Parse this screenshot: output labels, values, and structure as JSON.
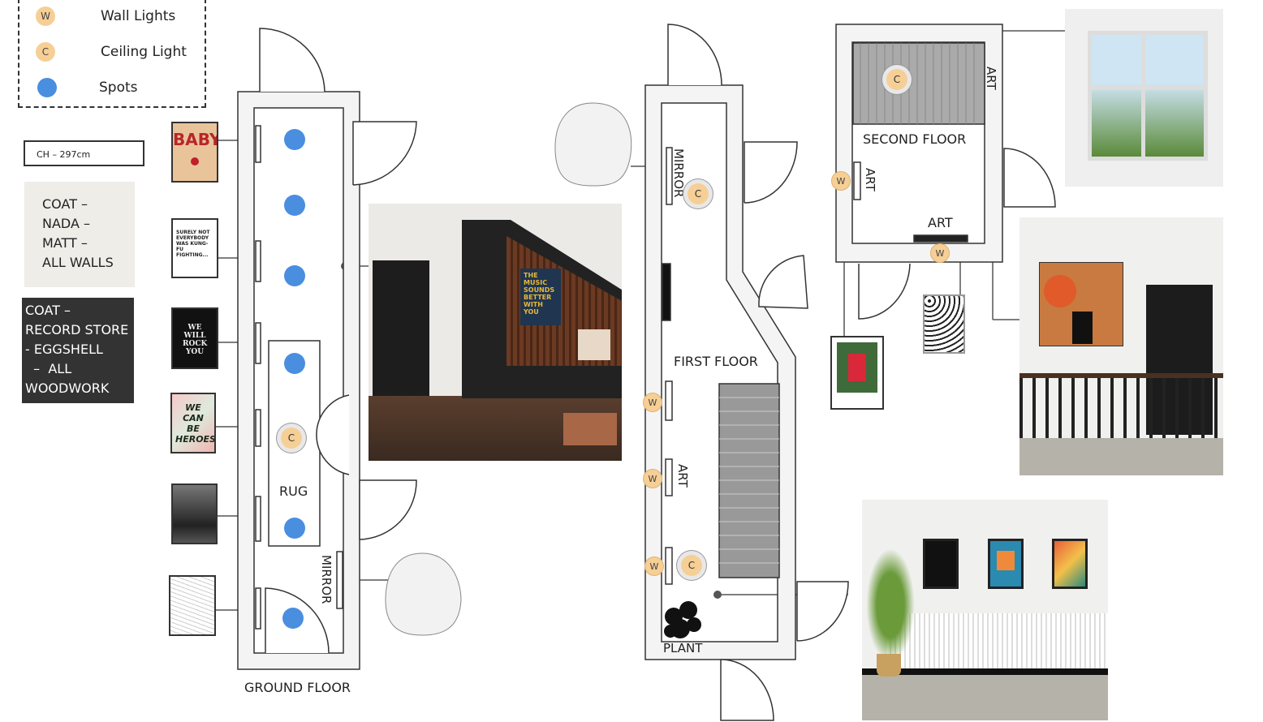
{
  "legend": {
    "items": [
      {
        "icon": "W",
        "label": "Wall Lights"
      },
      {
        "icon": "C",
        "label": "Ceiling Light"
      },
      {
        "icon": "",
        "label": "Spots"
      }
    ]
  },
  "ceiling_height": "CH – 297cm",
  "paint": {
    "walls": [
      "COAT –",
      "NADA –",
      "MATT –",
      "ALL WALLS"
    ],
    "woodwork": [
      "COAT –",
      "RECORD STORE",
      "- EGGSHELL",
      "  –  ALL",
      "WOODWORK"
    ]
  },
  "artworks": [
    "BABY",
    "SURELY NOT EVERYBODY WAS KUNG-FU FIGHTING...",
    "WE WILL ROCK YOU",
    "WE CAN BE HEROES",
    "THE MUSIC SOUNDS BETTER WITH YOU"
  ],
  "ground_floor": {
    "title": "GROUND FLOOR",
    "rug": "RUG",
    "mirror": "MIRROR",
    "ceiling_light": "C"
  },
  "first_floor": {
    "title": "FIRST FLOOR",
    "mirror": "MIRROR",
    "art": "ART",
    "plant": "PLANT",
    "wall_light": "W",
    "ceiling_light": "C"
  },
  "second_floor": {
    "title": "SECOND  FLOOR",
    "art": "ART",
    "wall_light": "W",
    "ceiling_light": "C"
  },
  "colors": {
    "wall_light": "#f6cf96",
    "spot": "#4a8ee0",
    "dark_paint": "#333333",
    "light_paint": "#efede8"
  }
}
